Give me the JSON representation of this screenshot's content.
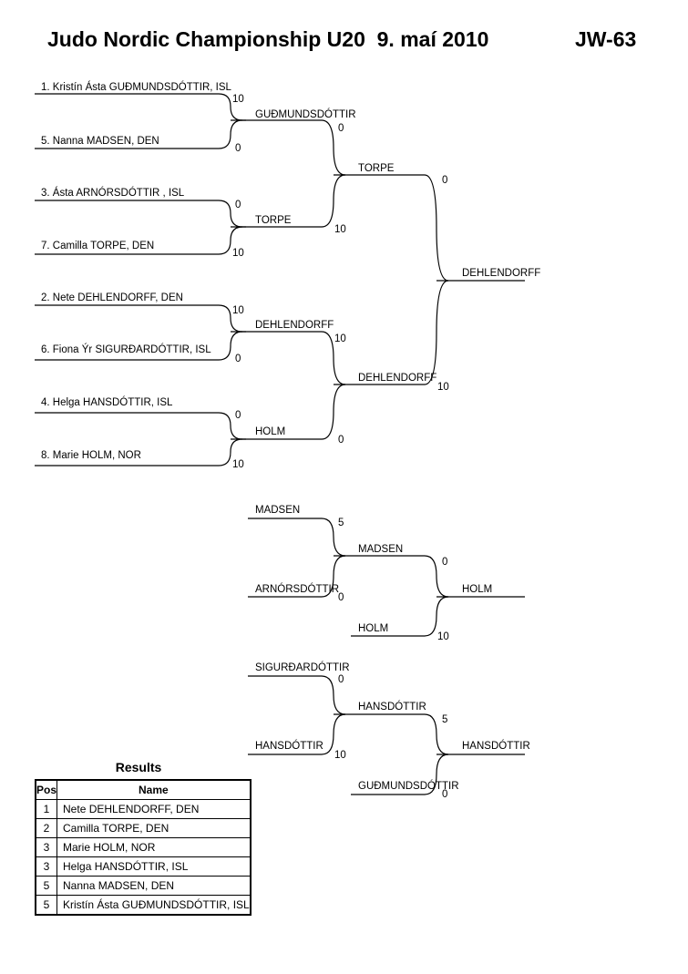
{
  "header": {
    "title": "Judo Nordic Championship U20  9. maí 2010",
    "code": "JW-63"
  },
  "bracket": {
    "r1": [
      {
        "name": "1. Kristín Ásta GUÐMUNDSDÓTTIR, ISL",
        "score": "10"
      },
      {
        "name": "5. Nanna MADSEN, DEN",
        "score": "0"
      },
      {
        "name": "3. Ásta ARNÓRSDÓTTIR , ISL",
        "score": "0"
      },
      {
        "name": "7. Camilla TORPE, DEN",
        "score": "10"
      },
      {
        "name": "2. Nete DEHLENDORFF, DEN",
        "score": "10"
      },
      {
        "name": "6. Fiona Ýr SIGURÐARDÓTTIR, ISL",
        "score": "0"
      },
      {
        "name": "4. Helga  HANSDÓTTIR, ISL",
        "score": "0"
      },
      {
        "name": "8. Marie HOLM, NOR",
        "score": "10"
      }
    ],
    "r2": [
      {
        "name": "GUÐMUNDSDÓTTIR",
        "score": "0"
      },
      {
        "name": "TORPE",
        "score": "10"
      },
      {
        "name": "DEHLENDORFF",
        "score": "10"
      },
      {
        "name": "HOLM",
        "score": "0"
      }
    ],
    "r3": [
      {
        "name": "TORPE",
        "score": "0"
      },
      {
        "name": "DEHLENDORFF",
        "score": "10"
      }
    ],
    "final": {
      "name": "DEHLENDORFF"
    }
  },
  "repechage1": {
    "a": {
      "name": "MADSEN",
      "score": "5"
    },
    "b": {
      "name": "ARNÓRSDÓTTIR",
      "score": "0"
    },
    "winner": {
      "name": "MADSEN",
      "score": "0"
    },
    "loser": {
      "name": "HOLM",
      "score": "10"
    },
    "final": {
      "name": "HOLM"
    }
  },
  "repechage2": {
    "a": {
      "name": "SIGURÐARDÓTTIR",
      "score": "0"
    },
    "b": {
      "name": "HANSDÓTTIR",
      "score": "10"
    },
    "winner": {
      "name": "HANSDÓTTIR",
      "score": "5"
    },
    "loser": {
      "name": "GUÐMUNDSDÓTTIR",
      "score": "0"
    },
    "final": {
      "name": "HANSDÓTTIR"
    }
  },
  "results": {
    "title": "Results",
    "col_pos": "Pos",
    "col_name": "Name",
    "rows": [
      {
        "pos": "1",
        "name": "Nete DEHLENDORFF, DEN"
      },
      {
        "pos": "2",
        "name": "Camilla TORPE, DEN"
      },
      {
        "pos": "3",
        "name": "Marie HOLM, NOR"
      },
      {
        "pos": "3",
        "name": "Helga  HANSDÓTTIR, ISL"
      },
      {
        "pos": "5",
        "name": "Nanna MADSEN, DEN"
      },
      {
        "pos": "5",
        "name": "Kristín Ásta GUÐMUNDSDÓTTIR, ISL"
      }
    ]
  }
}
